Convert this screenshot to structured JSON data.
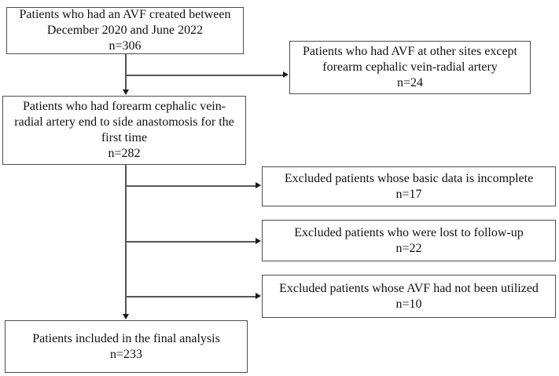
{
  "diagram": {
    "type": "patient-selection-flowchart",
    "colors": {
      "background": "#ffffff",
      "box_border": "#4d4d4d",
      "connector": "#555555",
      "arrowhead": "#1a1a1a",
      "text": "#111111"
    },
    "nodes": {
      "created": {
        "lines": {
          "0": "Patients who had an AVF created between",
          "1": "December 2020 and June 2022",
          "2": "n=306"
        }
      },
      "other_sites": {
        "lines": {
          "0": "Patients who had AVF at other sites except",
          "1": "forearm cephalic vein-radial artery",
          "2": "n=24"
        }
      },
      "forearm": {
        "lines": {
          "0": "Patients who had forearm cephalic vein-",
          "1": "radial artery end to side anastomosis for the",
          "2": "first time",
          "3": "n=282"
        }
      },
      "incomplete": {
        "lines": {
          "0": "Excluded patients whose basic data is incomplete",
          "1": "n=17"
        }
      },
      "lost_followup": {
        "lines": {
          "0": "Excluded patients who were lost to follow-up",
          "1": "n=22"
        }
      },
      "not_utilized": {
        "lines": {
          "0": "Excluded patients whose AVF had not been utilized",
          "1": "n=10"
        }
      },
      "final": {
        "lines": {
          "0": "Patients included in the final analysis",
          "1": "n=233"
        }
      }
    }
  }
}
